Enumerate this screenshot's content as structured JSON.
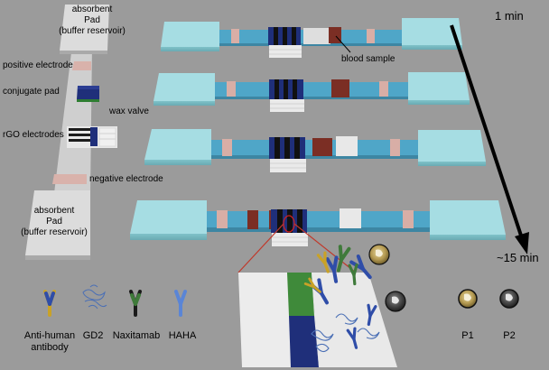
{
  "labels": {
    "absorbent_pad_top_line1": "absorbent",
    "absorbent_pad_top_line2": "Pad",
    "absorbent_pad_top_line3": "(buffer reservoir)",
    "positive_electrode": "positive electrode",
    "conjugate_pad": "conjugate pad",
    "wax_valve": "wax valve",
    "rgo_electrodes": "rGO electrodes",
    "negative_electrode": "negative electrode",
    "absorbent_pad_bottom_line1": "absorbent",
    "absorbent_pad_bottom_line2": "Pad",
    "absorbent_pad_bottom_line3": "(buffer reservoir)",
    "blood_sample": "blood sample"
  },
  "time": {
    "start": "1 min",
    "end": "~15 min"
  },
  "legend": {
    "anti_human_line1": "Anti-human",
    "anti_human_line2": "antibody",
    "gd2": "GD2",
    "naxitamab": "Naxitamab",
    "haha": "HAHA",
    "p1": "P1",
    "p2": "P2"
  },
  "colors": {
    "background": "#9b9b9b",
    "pad": "#a6dde3",
    "channel": "#4fa6c8",
    "electrode": "#d8aea6",
    "blood": "#7b2e24",
    "conjugate": "#1f2f7a",
    "wax": "#2e7d32",
    "antibody_gold": "#c9a227",
    "antibody_blue": "#2f4da8",
    "naxitamab_green": "#3f7a3a",
    "haha_blue": "#5a85d6"
  },
  "icons": [
    "time-arrow-icon",
    "anti-human-antibody-icon",
    "gd2-protein-icon",
    "naxitamab-antibody-icon",
    "haha-antibody-icon",
    "p1-particle-icon",
    "p2-particle-icon"
  ]
}
